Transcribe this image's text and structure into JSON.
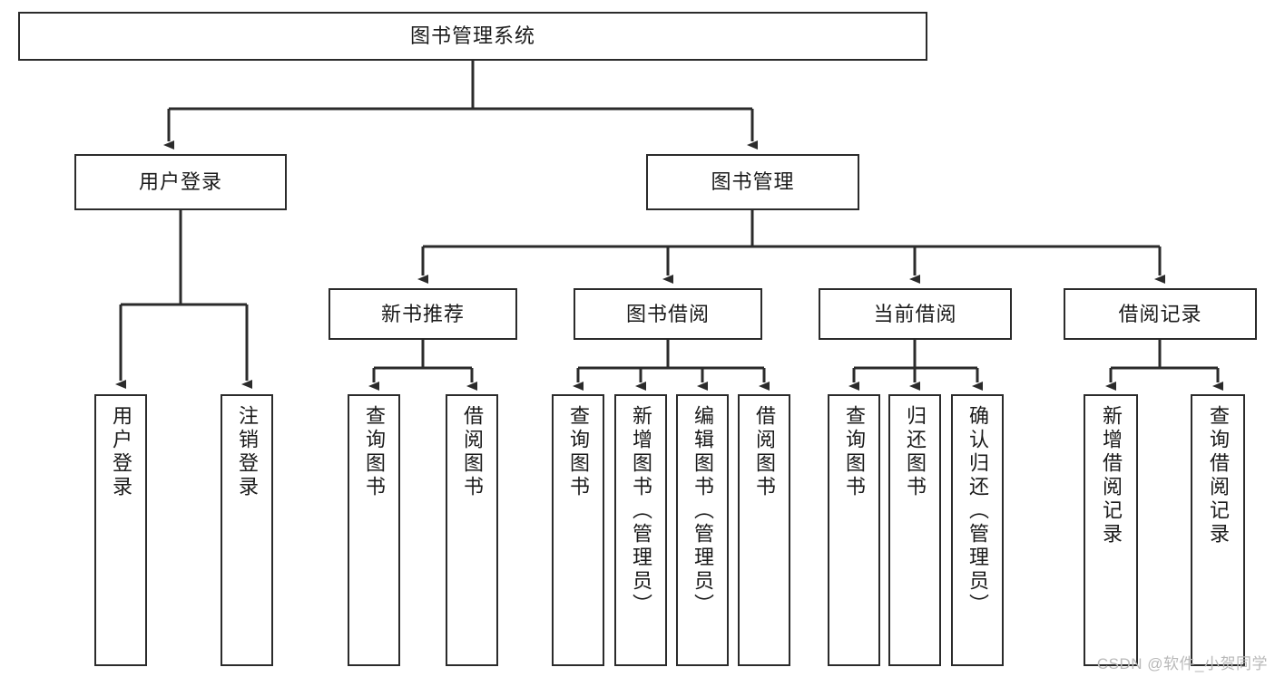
{
  "diagram": {
    "type": "tree",
    "title": "图书管理系统",
    "root": {
      "label": "图书管理系统"
    },
    "level2": [
      {
        "label": "用户登录"
      },
      {
        "label": "图书管理"
      }
    ],
    "level3": [
      {
        "label": "新书推荐"
      },
      {
        "label": "图书借阅"
      },
      {
        "label": "当前借阅"
      },
      {
        "label": "借阅记录"
      }
    ],
    "leaves": {
      "user_login": [
        {
          "label": "用户登录"
        },
        {
          "label": "注销登录"
        }
      ],
      "new_book_recommend": [
        {
          "label": "查询图书"
        },
        {
          "label": "借阅图书"
        }
      ],
      "book_borrow": [
        {
          "label": "查询图书"
        },
        {
          "label": "新增图书（管理员）"
        },
        {
          "label": "编辑图书（管理员）"
        },
        {
          "label": "借阅图书"
        }
      ],
      "current_borrow": [
        {
          "label": "查询图书"
        },
        {
          "label": "归还图书"
        },
        {
          "label": "确认归还（管理员）"
        }
      ],
      "borrow_record": [
        {
          "label": "新增借阅记录"
        },
        {
          "label": "查询借阅记录"
        }
      ]
    },
    "watermark": "CSDN @软件_小贺同学",
    "colors": {
      "stroke": "#2b2b2b",
      "fill": "#ffffff",
      "text": "#1a1a1a",
      "watermark": "#b9b9b9"
    }
  }
}
